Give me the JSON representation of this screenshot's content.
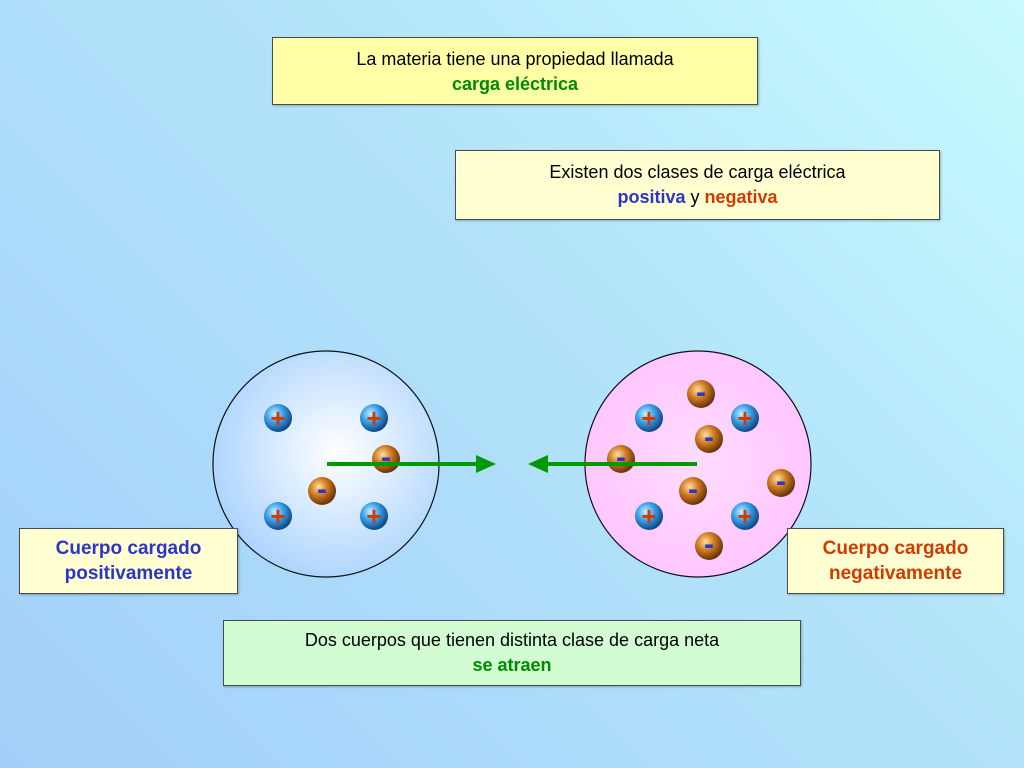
{
  "colors": {
    "green_text": "#008a00",
    "blue_text": "#2b36c8",
    "red_text": "#d23a00",
    "arrow": "#009a00",
    "positive_body": "#b8dcff",
    "negative_body": "#ffc8ff"
  },
  "top_box": {
    "line1": "La materia tiene una propiedad llamada",
    "line2": "carga eléctrica"
  },
  "mid_box": {
    "line1": "Existen dos clases de carga eléctrica",
    "positive": "positiva",
    "connector": "y",
    "negative": "negativa"
  },
  "left_label": {
    "line1": "Cuerpo cargado",
    "line2": "positivamente"
  },
  "right_label": {
    "line1": "Cuerpo cargado",
    "line2": "negativamente"
  },
  "bottom_box": {
    "line1": "Dos cuerpos que tienen distinta clase de carga neta",
    "line2": "se atraen"
  },
  "symbols": {
    "plus": "+",
    "minus": "-"
  }
}
